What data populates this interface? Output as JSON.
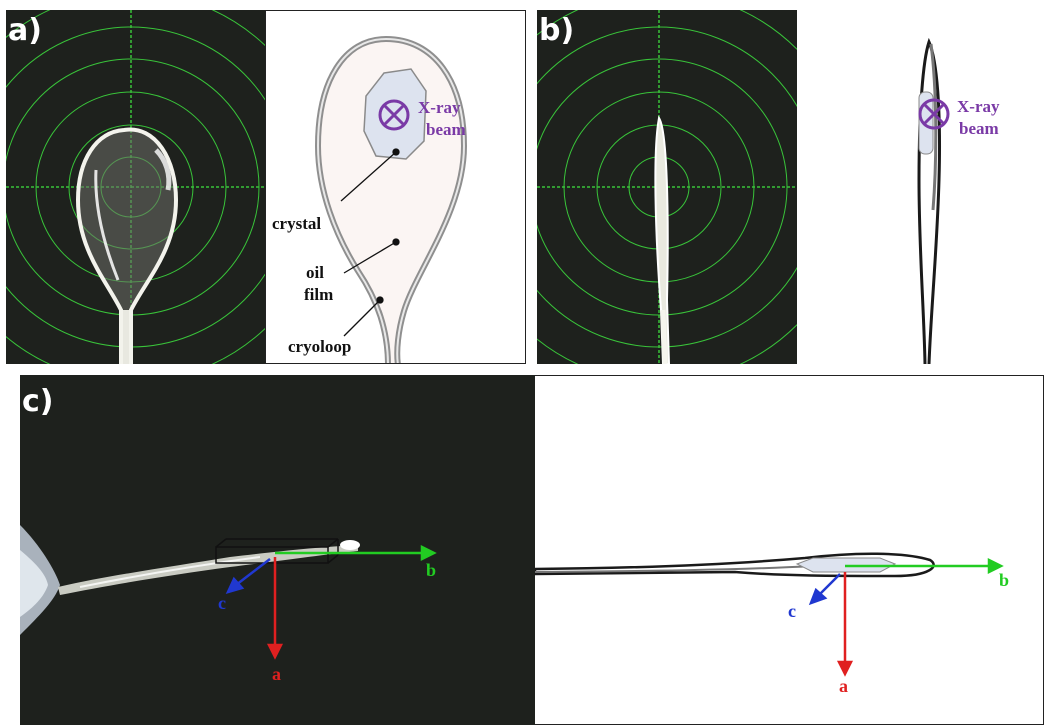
{
  "panel_a": {
    "label": "a)",
    "annotations": {
      "beam_line1": "X-ray",
      "beam_line2": "beam",
      "crystal": "crystal",
      "oil_line1": "oil",
      "oil_line2": "film",
      "loop": "cryoloop"
    }
  },
  "panel_b": {
    "label": "b)",
    "annotations": {
      "beam_line1": "X-ray",
      "beam_line2": "beam"
    }
  },
  "panel_c": {
    "label": "c)",
    "axes": {
      "a": "a",
      "b": "b",
      "c": "c"
    }
  },
  "colors": {
    "reticle": "#39c43a",
    "beam_symbol": "#7a3aa6",
    "axis_a": "#e02020",
    "axis_b": "#22cc22",
    "axis_c": "#2038d0",
    "camera_bg": "#1e211d",
    "film_fill": "#fbf5f3",
    "crystal_fill": "#dde3ef"
  }
}
